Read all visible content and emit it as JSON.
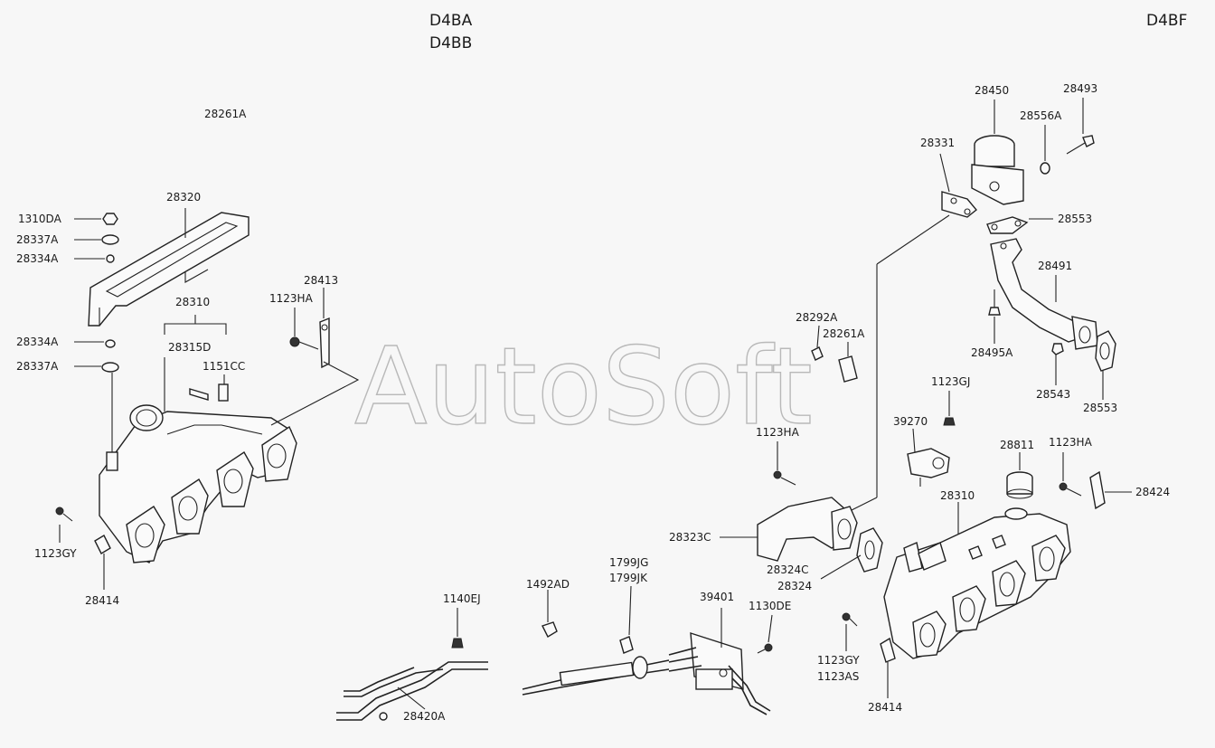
{
  "headers": {
    "engine_a": "D4BA",
    "engine_b": "D4BB",
    "engine_c": "D4BF"
  },
  "watermark": "AutoSoft",
  "labels": {
    "l28261A_top": "28261A",
    "l28320": "28320",
    "l1310DA": "1310DA",
    "l28337A_1": "28337A",
    "l28334A_1": "28334A",
    "l28310_left": "28310",
    "l28315D": "28315D",
    "l28413": "28413",
    "l1123HA_left": "1123HA",
    "l28334A_2": "28334A",
    "l28337A_2": "28337A",
    "l1151CC": "1151CC",
    "l1123GY_left": "1123GY",
    "l28414_left": "28414",
    "l28450": "28450",
    "l28493": "28493",
    "l28331": "28331",
    "l28556A": "28556A",
    "l28553_1": "28553",
    "l28491": "28491",
    "l28292A": "28292A",
    "l28261A_right": "28261A",
    "l28495A": "28495A",
    "l28543": "28543",
    "l28553_2": "28553",
    "l1123GJ": "1123GJ",
    "l39270": "39270",
    "l1123HA_mid": "1123HA",
    "l28811": "28811",
    "l1123HA_right": "1123HA",
    "l28424": "28424",
    "l28310_right": "28310",
    "l28323C": "28323C",
    "l28324C": "28324C",
    "l28324": "28324",
    "l1140EJ": "1140EJ",
    "l1492AD": "1492AD",
    "l1799JG": "1799JG",
    "l1799JK": "1799JK",
    "l39401": "39401",
    "l1130DE": "1130DE",
    "l1123GY_right": "1123GY",
    "l1123AS": "1123AS",
    "l28414_right": "28414",
    "l28420A": "28420A"
  }
}
